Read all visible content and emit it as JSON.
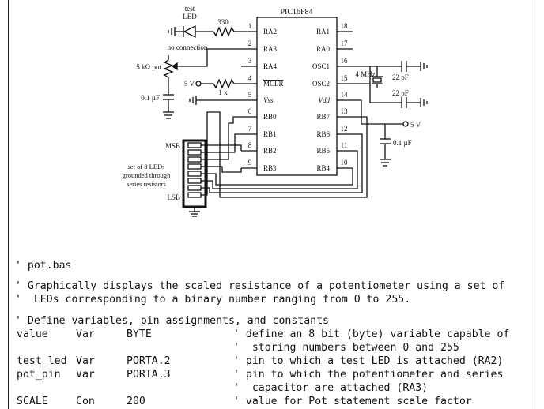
{
  "schematic": {
    "chip": "PIC16F84",
    "test_led_label": [
      "test",
      "LED"
    ],
    "resistor_330": "330",
    "no_connection": "no connection",
    "pot_label": "5 kΩ pot",
    "v5_left": "5 V",
    "r1k": "1 k",
    "cap_01_left": "0.1 µF",
    "mhz": "4 MHz",
    "cap_22_top": "22 pF",
    "cap_22_bottom": "22 pF",
    "v5_right": "5 V",
    "cap_01_right": "0.1 µF",
    "msb": "MSB",
    "lsb": "LSB",
    "led_note": [
      "set of 8 LEDs",
      "grounded through",
      "series resistors"
    ],
    "left_pins": [
      {
        "num": "1",
        "name": "RA2"
      },
      {
        "num": "2",
        "name": "RA3"
      },
      {
        "num": "3",
        "name": "RA4"
      },
      {
        "num": "4",
        "name": "MCLR"
      },
      {
        "num": "5",
        "name": "Vss"
      },
      {
        "num": "6",
        "name": "RB0"
      },
      {
        "num": "7",
        "name": "RB1"
      },
      {
        "num": "8",
        "name": "RB2"
      },
      {
        "num": "9",
        "name": "RB3"
      }
    ],
    "right_pins": [
      {
        "num": "18",
        "name": "RA1"
      },
      {
        "num": "17",
        "name": "RA0"
      },
      {
        "num": "16",
        "name": "OSC1"
      },
      {
        "num": "15",
        "name": "OSC2"
      },
      {
        "num": "14",
        "name": "Vdd"
      },
      {
        "num": "13",
        "name": "RB7"
      },
      {
        "num": "12",
        "name": "RB6"
      },
      {
        "num": "11",
        "name": "RB5"
      },
      {
        "num": "10",
        "name": "RB4"
      }
    ]
  },
  "code": {
    "line1": "' pot.bas",
    "line2": "' Graphically displays the scaled resistance of a potentiometer using a set of",
    "line3": "'  LEDs corresponding to a binary number ranging from 0 to 255.",
    "line4": "' Define variables, pin assignments, and constants",
    "rows": [
      {
        "name": "value",
        "kind": "Var",
        "type": "BYTE",
        "comment": "' define an 8 bit (byte) variable capable of"
      },
      {
        "name": "",
        "kind": "",
        "type": "",
        "comment": "'  storing numbers between 0 and 255"
      },
      {
        "name": "test_led",
        "kind": "Var",
        "type": "PORTA.2",
        "comment": "' pin to which a test LED is attached (RA2)"
      },
      {
        "name": "pot_pin",
        "kind": "Var",
        "type": "PORTA.3",
        "comment": "' pin to which the potentiometer and series"
      },
      {
        "name": "",
        "kind": "",
        "type": "",
        "comment": "'  capacitor are attached (RA3)"
      },
      {
        "name": "SCALE",
        "kind": "Con",
        "type": "200",
        "comment": "' value for Pot statement scale factor"
      }
    ]
  }
}
